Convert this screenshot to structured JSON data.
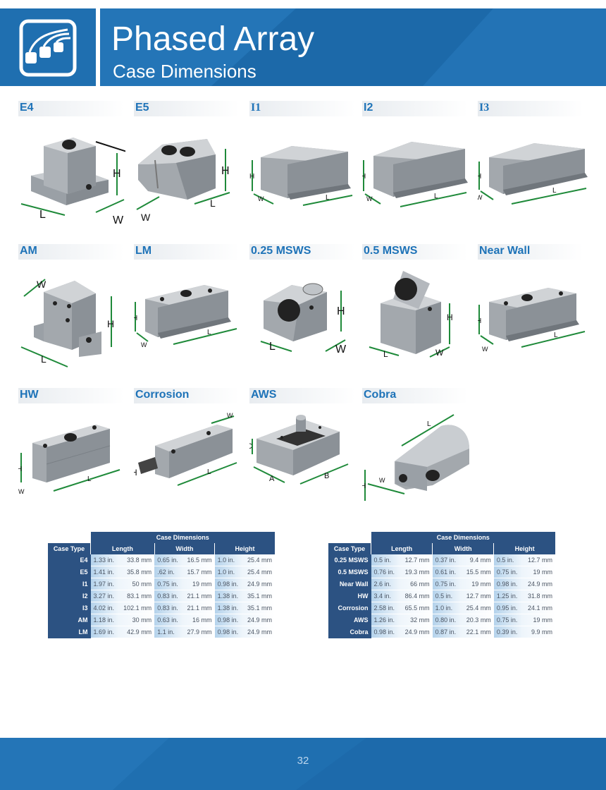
{
  "header": {
    "title": "Phased Array",
    "subtitle": "Case Dimensions",
    "brand_color": "#1f6fb0"
  },
  "probes": [
    {
      "name": "E4",
      "dims": [
        "H",
        "L",
        "W"
      ]
    },
    {
      "name": "E5",
      "dims": [
        "H",
        "L",
        "W"
      ]
    },
    {
      "name": "I1",
      "dims": [
        "H",
        "W",
        "L"
      ]
    },
    {
      "name": "I2",
      "dims": [
        "H",
        "W",
        "L"
      ]
    },
    {
      "name": "I3",
      "dims": [
        "H",
        "W",
        "L"
      ]
    },
    {
      "name": "AM",
      "dims": [
        "W",
        "H",
        "L"
      ]
    },
    {
      "name": "LM",
      "dims": [
        "H",
        "W",
        "L"
      ]
    },
    {
      "name": "0.25 MSWS",
      "dims": [
        "H",
        "L",
        "W"
      ]
    },
    {
      "name": "0.5 MSWS",
      "dims": [
        "H",
        "L",
        "W"
      ]
    },
    {
      "name": "Near Wall",
      "dims": [
        "H",
        "W",
        "L"
      ]
    },
    {
      "name": "HW",
      "dims": [
        "H",
        "W",
        "L"
      ]
    },
    {
      "name": "Corrosion",
      "dims": [
        "W",
        "H",
        "L"
      ]
    },
    {
      "name": "AWS",
      "dims": [
        "C",
        "A",
        "B"
      ]
    },
    {
      "name": "Cobra",
      "dims": [
        "L",
        "H",
        "W"
      ]
    }
  ],
  "table_headers": {
    "group": "Case Dimensions",
    "case_type": "Case Type",
    "length": "Length",
    "width": "Width",
    "height": "Height"
  },
  "table_left": [
    {
      "type": "E4",
      "l_in": "1.33 in.",
      "l_mm": "33.8 mm",
      "w_in": "0.65 in.",
      "w_mm": "16.5 mm",
      "h_in": "1.0 in.",
      "h_mm": "25.4 mm"
    },
    {
      "type": "E5",
      "l_in": "1.41 in.",
      "l_mm": "35.8 mm",
      "w_in": ".62 in.",
      "w_mm": "15.7 mm",
      "h_in": "1.0 in.",
      "h_mm": "25.4 mm"
    },
    {
      "type": "I1",
      "l_in": "1.97 in.",
      "l_mm": "50 mm",
      "w_in": "0.75 in.",
      "w_mm": "19 mm",
      "h_in": "0.98 in.",
      "h_mm": "24.9 mm"
    },
    {
      "type": "I2",
      "l_in": "3.27 in.",
      "l_mm": "83.1 mm",
      "w_in": "0.83 in.",
      "w_mm": "21.1 mm",
      "h_in": "1.38 in.",
      "h_mm": "35.1 mm"
    },
    {
      "type": "I3",
      "l_in": "4.02 in.",
      "l_mm": "102.1 mm",
      "w_in": "0.83 in.",
      "w_mm": "21.1 mm",
      "h_in": "1.38 in.",
      "h_mm": "35.1 mm"
    },
    {
      "type": "AM",
      "l_in": "1.18 in.",
      "l_mm": "30 mm",
      "w_in": "0.63 in.",
      "w_mm": "16 mm",
      "h_in": "0.98 in.",
      "h_mm": "24.9 mm"
    },
    {
      "type": "LM",
      "l_in": "1.69 in.",
      "l_mm": "42.9 mm",
      "w_in": "1.1 in.",
      "w_mm": "27.9 mm",
      "h_in": "0.98 in.",
      "h_mm": "24.9 mm"
    }
  ],
  "table_right": [
    {
      "type": "0.25 MSWS",
      "l_in": "0.5 in.",
      "l_mm": "12.7 mm",
      "w_in": "0.37 in.",
      "w_mm": "9.4 mm",
      "h_in": "0.5 in.",
      "h_mm": "12.7 mm"
    },
    {
      "type": "0.5 MSWS",
      "l_in": "0.76 in.",
      "l_mm": "19.3 mm",
      "w_in": "0.61 in.",
      "w_mm": "15.5 mm",
      "h_in": "0.75 in.",
      "h_mm": "19 mm"
    },
    {
      "type": "Near Wall",
      "l_in": "2.6 in.",
      "l_mm": "66 mm",
      "w_in": "0.75 in.",
      "w_mm": "19 mm",
      "h_in": "0.98 in.",
      "h_mm": "24.9 mm"
    },
    {
      "type": "HW",
      "l_in": "3.4 in.",
      "l_mm": "86.4 mm",
      "w_in": "0.5 in.",
      "w_mm": "12.7 mm",
      "h_in": "1.25 in.",
      "h_mm": "31.8 mm"
    },
    {
      "type": "Corrosion",
      "l_in": "2.58 in.",
      "l_mm": "65.5 mm",
      "w_in": "1.0 in.",
      "w_mm": "25.4 mm",
      "h_in": "0.95 in.",
      "h_mm": "24.1 mm"
    },
    {
      "type": "AWS",
      "l_in": "1.26 in.",
      "l_mm": "32 mm",
      "w_in": "0.80 in.",
      "w_mm": "20.3 mm",
      "h_in": "0.75 in.",
      "h_mm": "19 mm"
    },
    {
      "type": "Cobra",
      "l_in": "0.98 in.",
      "l_mm": "24.9 mm",
      "w_in": "0.87 in.",
      "w_mm": "22.1 mm",
      "h_in": "0.39 in.",
      "h_mm": "9.9 mm"
    }
  ],
  "footer": {
    "page_number": "32"
  }
}
